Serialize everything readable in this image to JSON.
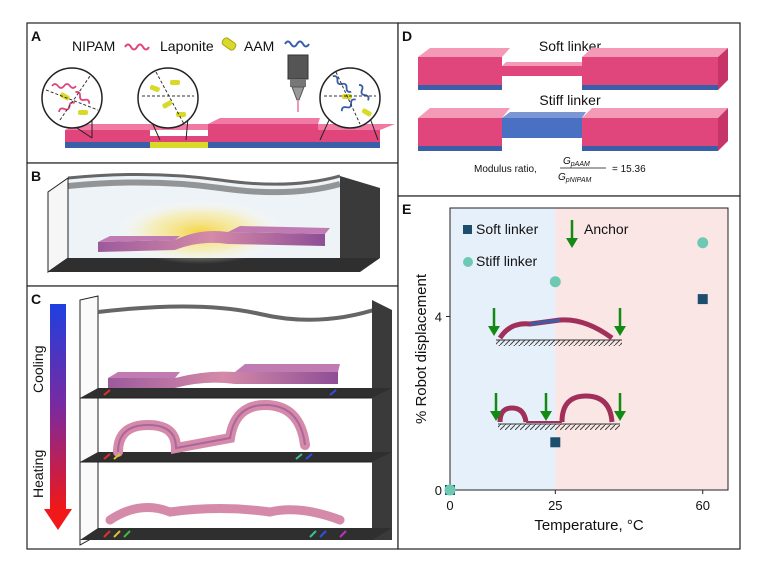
{
  "panels": {
    "a": {
      "letter": "A",
      "legend": [
        "NIPAM",
        "Laponite",
        "AAM"
      ]
    },
    "b": {
      "letter": "B"
    },
    "c": {
      "letter": "C",
      "cooling_label": "Cooling",
      "heating_label": "Heating"
    },
    "d": {
      "letter": "D",
      "soft_label": "Soft linker",
      "stiff_label": "Stiff linker",
      "ratio_prefix": "Modulus ratio,",
      "ratio_num": "G",
      "ratio_num_sub": "pAAM",
      "ratio_den": "G",
      "ratio_den_sub": "pNIPAM",
      "ratio_value": "= 15.36"
    },
    "e": {
      "letter": "E"
    }
  },
  "colors": {
    "nipam": "#e0457b",
    "laponite": "#d9d92a",
    "aam": "#3a5fa8",
    "soft_marker": "#1d4e6e",
    "stiff_marker": "#6ec9b3",
    "cool_bg": "#e6f0fa",
    "heat_bg": "#fbe6e6",
    "anchor": "#138a13"
  },
  "chart_data": {
    "type": "scatter",
    "xlabel": "Temperature, °C",
    "ylabel": "% Robot displacement",
    "xlim": [
      0,
      66
    ],
    "ylim": [
      0,
      6.5
    ],
    "xticks": [
      "0",
      "25",
      "60"
    ],
    "xtick_values": [
      0,
      25,
      60
    ],
    "yticks": [
      "0",
      "4"
    ],
    "ytick_values": [
      0,
      4
    ],
    "legend": [
      "Soft linker",
      "Stiff linker",
      "Anchor"
    ],
    "series": [
      {
        "name": "Soft linker",
        "marker": "square",
        "x": [
          0,
          25,
          60
        ],
        "y": [
          0,
          1.1,
          4.4
        ]
      },
      {
        "name": "Stiff linker",
        "marker": "circle",
        "x": [
          0,
          25,
          60
        ],
        "y": [
          0,
          4.8,
          5.7
        ]
      }
    ],
    "background_regions": [
      {
        "x": [
          0,
          25
        ],
        "color": "#e6f0fa"
      },
      {
        "x": [
          25,
          66
        ],
        "color": "#fbe6e6"
      }
    ]
  }
}
